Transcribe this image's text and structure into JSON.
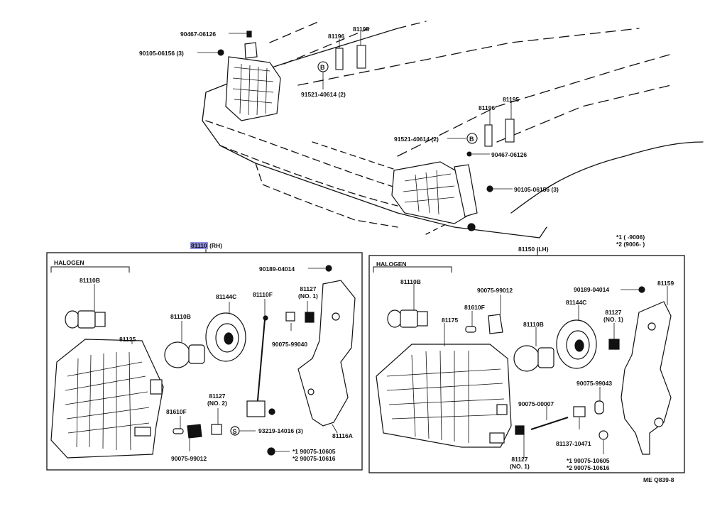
{
  "front": {
    "lh_bulb_set": {
      "p1": "90467-06126",
      "p2": "90105-06156 (3)",
      "bracket1": "81196",
      "bracket2": "81195",
      "clip": "91521-40614 (2)",
      "clip_sym": "B"
    },
    "rh_bulb_set": {
      "bracket1": "81196",
      "bracket2": "81195",
      "clip": "91521-40614 (2)",
      "clip_sym": "B",
      "p1": "90467-06126",
      "p2": "90105-06156 (3)"
    }
  },
  "legend": {
    "r1": "*1  (       -9006)",
    "r2": "*2  (9006-       )"
  },
  "rh": {
    "title_num": "81110",
    "title_suffix": " (RH)",
    "type": "HALOGEN",
    "labels": {
      "bulb_hl": "81110B",
      "reflector": "81135",
      "bulb_hl2": "81110B",
      "cap": "81144C",
      "adjuster": "81110F",
      "nut1": "81127\n(NO. 1)",
      "nut2": "81127\n(NO. 2)",
      "screw1": "90189-04014",
      "screw2": "90075-99040",
      "bracket": "81116A",
      "sock": "81610F",
      "sock_nut": "90075-99012",
      "bolt": "93219-14016 (3)",
      "bolt_sym": "S",
      "n1": "*1  90075-10605",
      "n2": "*2  90075-10616"
    }
  },
  "lh": {
    "title": "81150 (LH)",
    "type": "HALOGEN",
    "labels": {
      "bulb_hl": "81110B",
      "unit": "81175",
      "sock_nut": "90075-99012",
      "sock": "81610F",
      "bulb_hl2": "81110B",
      "cap": "81144C",
      "screw1": "90189-04014",
      "bracket": "81159",
      "nut1": "81127\n(NO. 1)",
      "screw2": "90075-99043",
      "bolt": "90075-00007",
      "bolt2": "81137-10471",
      "nut2": "81127\n(NO. 1)",
      "n1": "*1  90075-10605",
      "n2": "*2  90075-10616"
    }
  },
  "footer": {
    "code": "ME Q839-8"
  }
}
